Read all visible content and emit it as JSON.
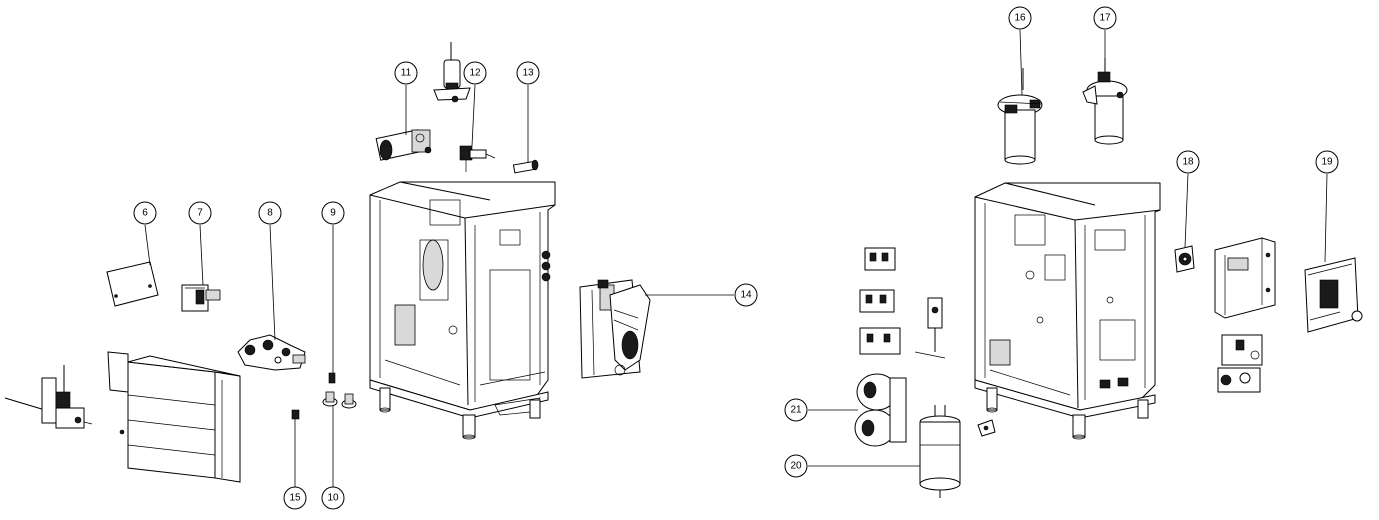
{
  "diagram": {
    "callouts": [
      {
        "id": "c6",
        "label": "6"
      },
      {
        "id": "c7",
        "label": "7"
      },
      {
        "id": "c8",
        "label": "8"
      },
      {
        "id": "c9",
        "label": "9"
      },
      {
        "id": "c10",
        "label": "10"
      },
      {
        "id": "c11",
        "label": "11"
      },
      {
        "id": "c12",
        "label": "12"
      },
      {
        "id": "c13",
        "label": "13"
      },
      {
        "id": "c14",
        "label": "14"
      },
      {
        "id": "c15",
        "label": "15"
      },
      {
        "id": "c16",
        "label": "16"
      },
      {
        "id": "c17",
        "label": "17"
      },
      {
        "id": "c18",
        "label": "18"
      },
      {
        "id": "c19",
        "label": "19"
      },
      {
        "id": "c20",
        "label": "20"
      },
      {
        "id": "c21",
        "label": "21"
      }
    ],
    "colors": {
      "line": "#000000",
      "background": "#ffffff",
      "shade": "#d9d9d9",
      "dark": "#1a1a1a"
    }
  }
}
